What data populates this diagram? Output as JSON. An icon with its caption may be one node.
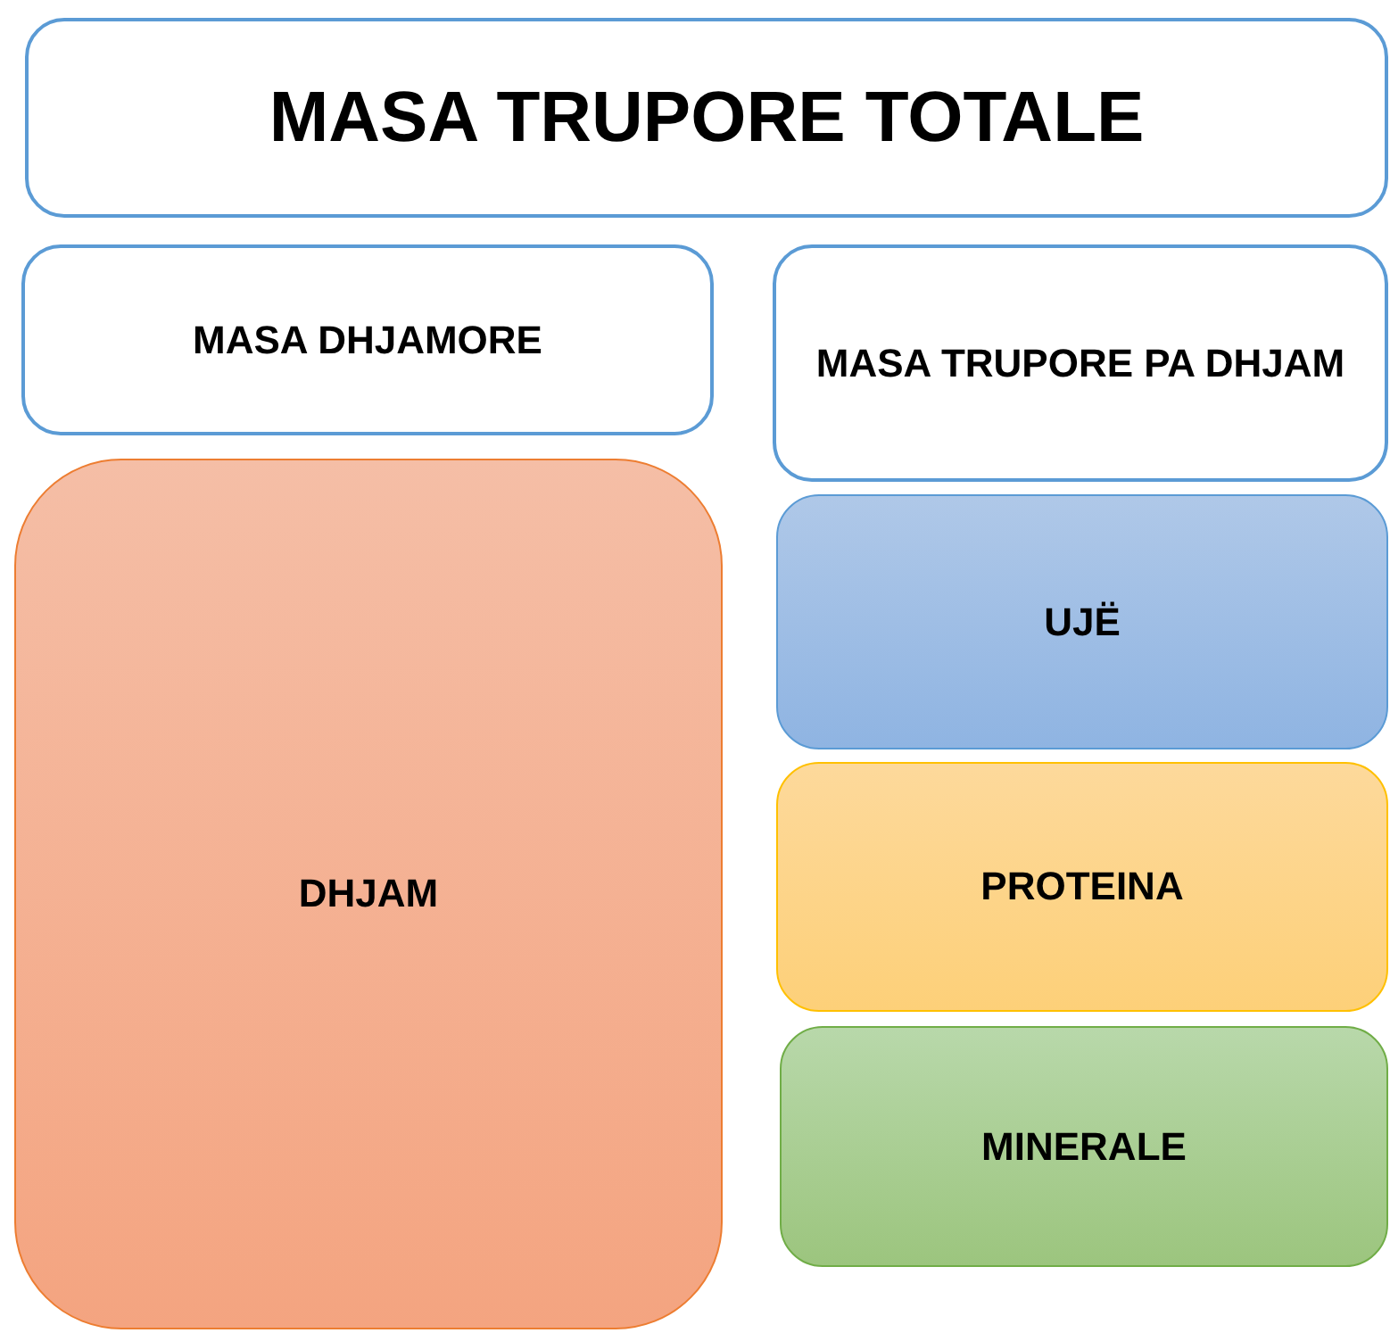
{
  "diagram": {
    "nodes": [
      {
        "text": [
          "MASA TRUPORE TOTALE"
        ]
      },
      {
        "text": [
          "MASA DHJAMORE"
        ]
      },
      {
        "text": [
          "MASA TRUPORE PA DHJAM"
        ]
      },
      {
        "text": [
          "DHJAM"
        ]
      },
      {
        "text": [
          "UJË"
        ]
      },
      {
        "text": [
          "PROTEINA"
        ]
      },
      {
        "text": [
          "MINERALE"
        ]
      }
    ]
  }
}
